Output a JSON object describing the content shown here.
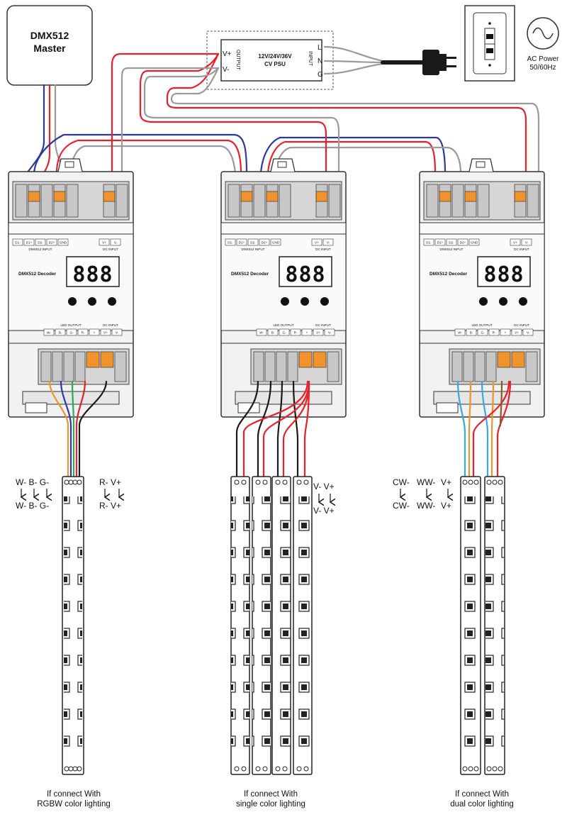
{
  "master": {
    "title": "DMX512",
    "subtitle": "Master"
  },
  "psu": {
    "title": "12V/24V/36V",
    "subtitle": "CV PSU",
    "output_label": "OUTPUT",
    "input_label": "INPUT",
    "v_plus": "V+",
    "v_minus": "V-",
    "l": "L",
    "n": "N",
    "g": "G"
  },
  "ac_power": {
    "label": "AC Power",
    "freq": "50/60Hz"
  },
  "decoder": {
    "name": "DMX512 Decoder",
    "display": "888",
    "dmx_terminals": [
      "D1-",
      "D1+",
      "D2-",
      "D2+",
      "GND"
    ],
    "dmx_caption": "DMX512 INPUT",
    "dc_terminals": [
      "V+",
      "V-"
    ],
    "dc_caption": "DC INPUT",
    "led_terminals": [
      "W-",
      "B-",
      "G-",
      "R-",
      "+"
    ],
    "led_caption": "LED OUTPUT",
    "dc2_terminals": [
      "V+",
      "V-"
    ],
    "dc2_caption": "DC INPUT"
  },
  "wiring": {
    "rgbw_top": "W- B- G-",
    "rgbw_bottom": "W- B- G-",
    "rv_top": "R- V+",
    "rv_bottom": "R- V+",
    "single_top": "V- V+",
    "single_bottom": "V- V+",
    "dual_cw": "CW-",
    "dual_ww": "WW-",
    "dual_v": "V+"
  },
  "captions": [
    {
      "line1": "If connect With",
      "line2": "RGBW color lighting"
    },
    {
      "line1": "If connect With",
      "line2": "single color lighting"
    },
    {
      "line1": "If connect With",
      "line2": "dual color lighting"
    }
  ],
  "colors": {
    "red": "#e8202a",
    "blue": "#2b3a9e",
    "grey": "#9a9a9a",
    "black": "#1a1a1a",
    "orange": "#f0932b",
    "green": "#2fa84f",
    "cyan": "#35a9e0",
    "brown": "#8b5a2b"
  }
}
